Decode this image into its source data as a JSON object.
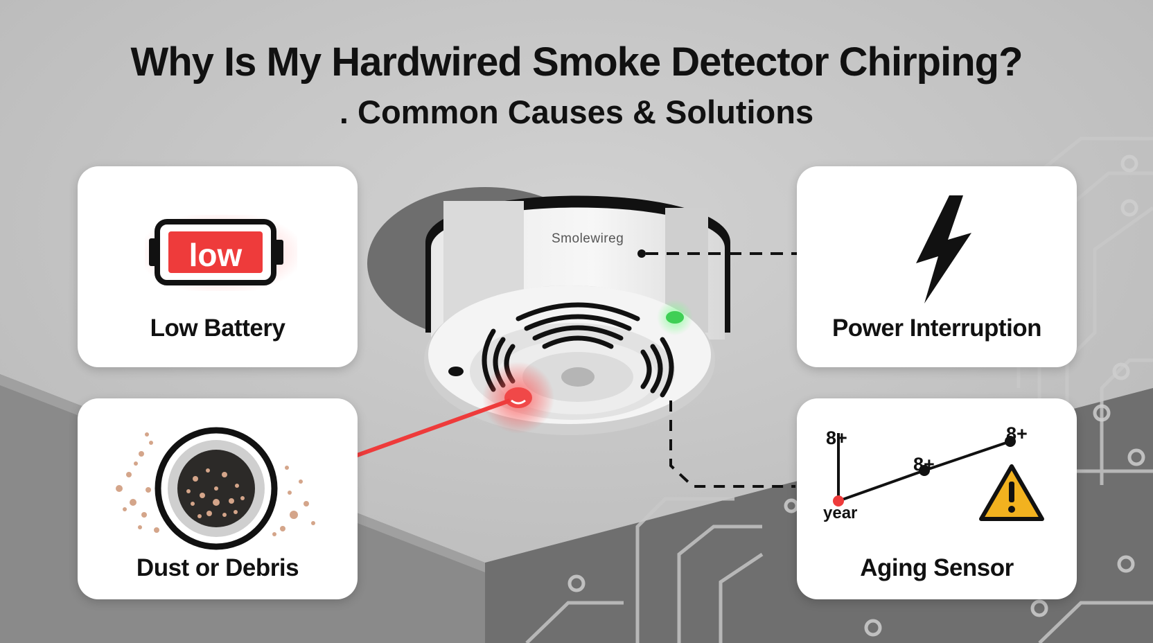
{
  "title": "Why Is My Hardwired Smoke Detector Chirping?",
  "subtitle": ". Common Causes & Solutions",
  "detector": {
    "brand": "Smolewireg",
    "led_color": "#3fcf55",
    "alert_color": "#ee3b3b"
  },
  "cards": {
    "low_battery": {
      "label": "Low Battery",
      "battery_text": "low",
      "battery_color": "#ee3b3b"
    },
    "power_interruption": {
      "label": "Power Interruption",
      "icon": "lightning-bolt-icon"
    },
    "dust_debris": {
      "label": "Dust or Debris",
      "icon": "dusty-sensor-icon",
      "dust_color": "#d4a58a"
    },
    "aging_sensor": {
      "label": "Aging Sensor",
      "axis_label": "year",
      "point_labels": [
        "8+",
        "8+",
        "8+"
      ],
      "icon": "warning-triangle-icon",
      "warning_color": "#f2b21f"
    }
  }
}
